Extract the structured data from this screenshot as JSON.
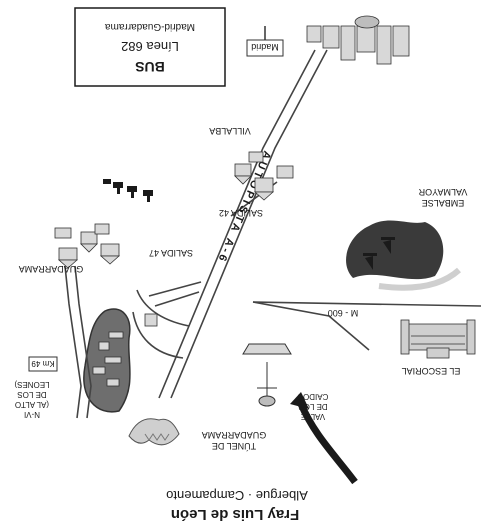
{
  "title": "Fray Luis de León",
  "subtitle": "Albergue · Campamento",
  "bus": {
    "heading": "BUS",
    "line": "Línea 682",
    "route": "Madrid-Guadarrama"
  },
  "labels": {
    "madrid": "Madrid",
    "villalba": "VILLALBA",
    "autopista": "AUTOPISTA A-6",
    "salida42": "SALIDA 42",
    "salida47": "SALIDA 47",
    "guadarrama": "GUADARRAMA",
    "embalse_1": "EMBALSE",
    "embalse_2": "VALMAYOR",
    "m600": "M - 600",
    "escorial": "EL ESCORIAL",
    "valle_1": "VALLE",
    "valle_2": "DE LOS",
    "valle_3": "CAIDOS",
    "tunel_1": "TÚNEL DE",
    "tunel_2": "GUADARRAMA",
    "nvi_1": "N-VI",
    "nvi_2": "(AL ALTO",
    "nvi_3": "DE LOS",
    "nvi_4": "LEONES)",
    "km49": "Km 49"
  },
  "colors": {
    "ink": "#1a1a1a",
    "road": "#444444",
    "camp_fill": "#6e6e6e",
    "water": "#3a3a3a",
    "building": "#d8d8d8"
  }
}
